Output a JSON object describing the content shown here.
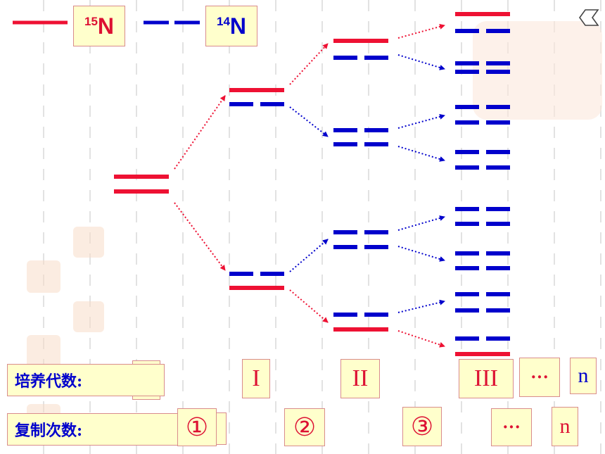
{
  "legend": {
    "heavy_mass": "15",
    "heavy_symbol": "N",
    "light_mass": "14",
    "light_symbol": "N"
  },
  "colors": {
    "heavy_strand": "#ee1133",
    "light_strand": "#0000cc",
    "label_box_bg": "#ffffcc",
    "label_box_border": "#d98c8c"
  },
  "rows": {
    "generation_label": "培养代数:",
    "replication_label": "复制次数:"
  },
  "generations": [
    "I",
    "II",
    "III",
    "···",
    "n"
  ],
  "replications": [
    "①",
    "②",
    "③",
    "···",
    "n"
  ],
  "nav": {
    "icon": "chevron-left-icon"
  }
}
